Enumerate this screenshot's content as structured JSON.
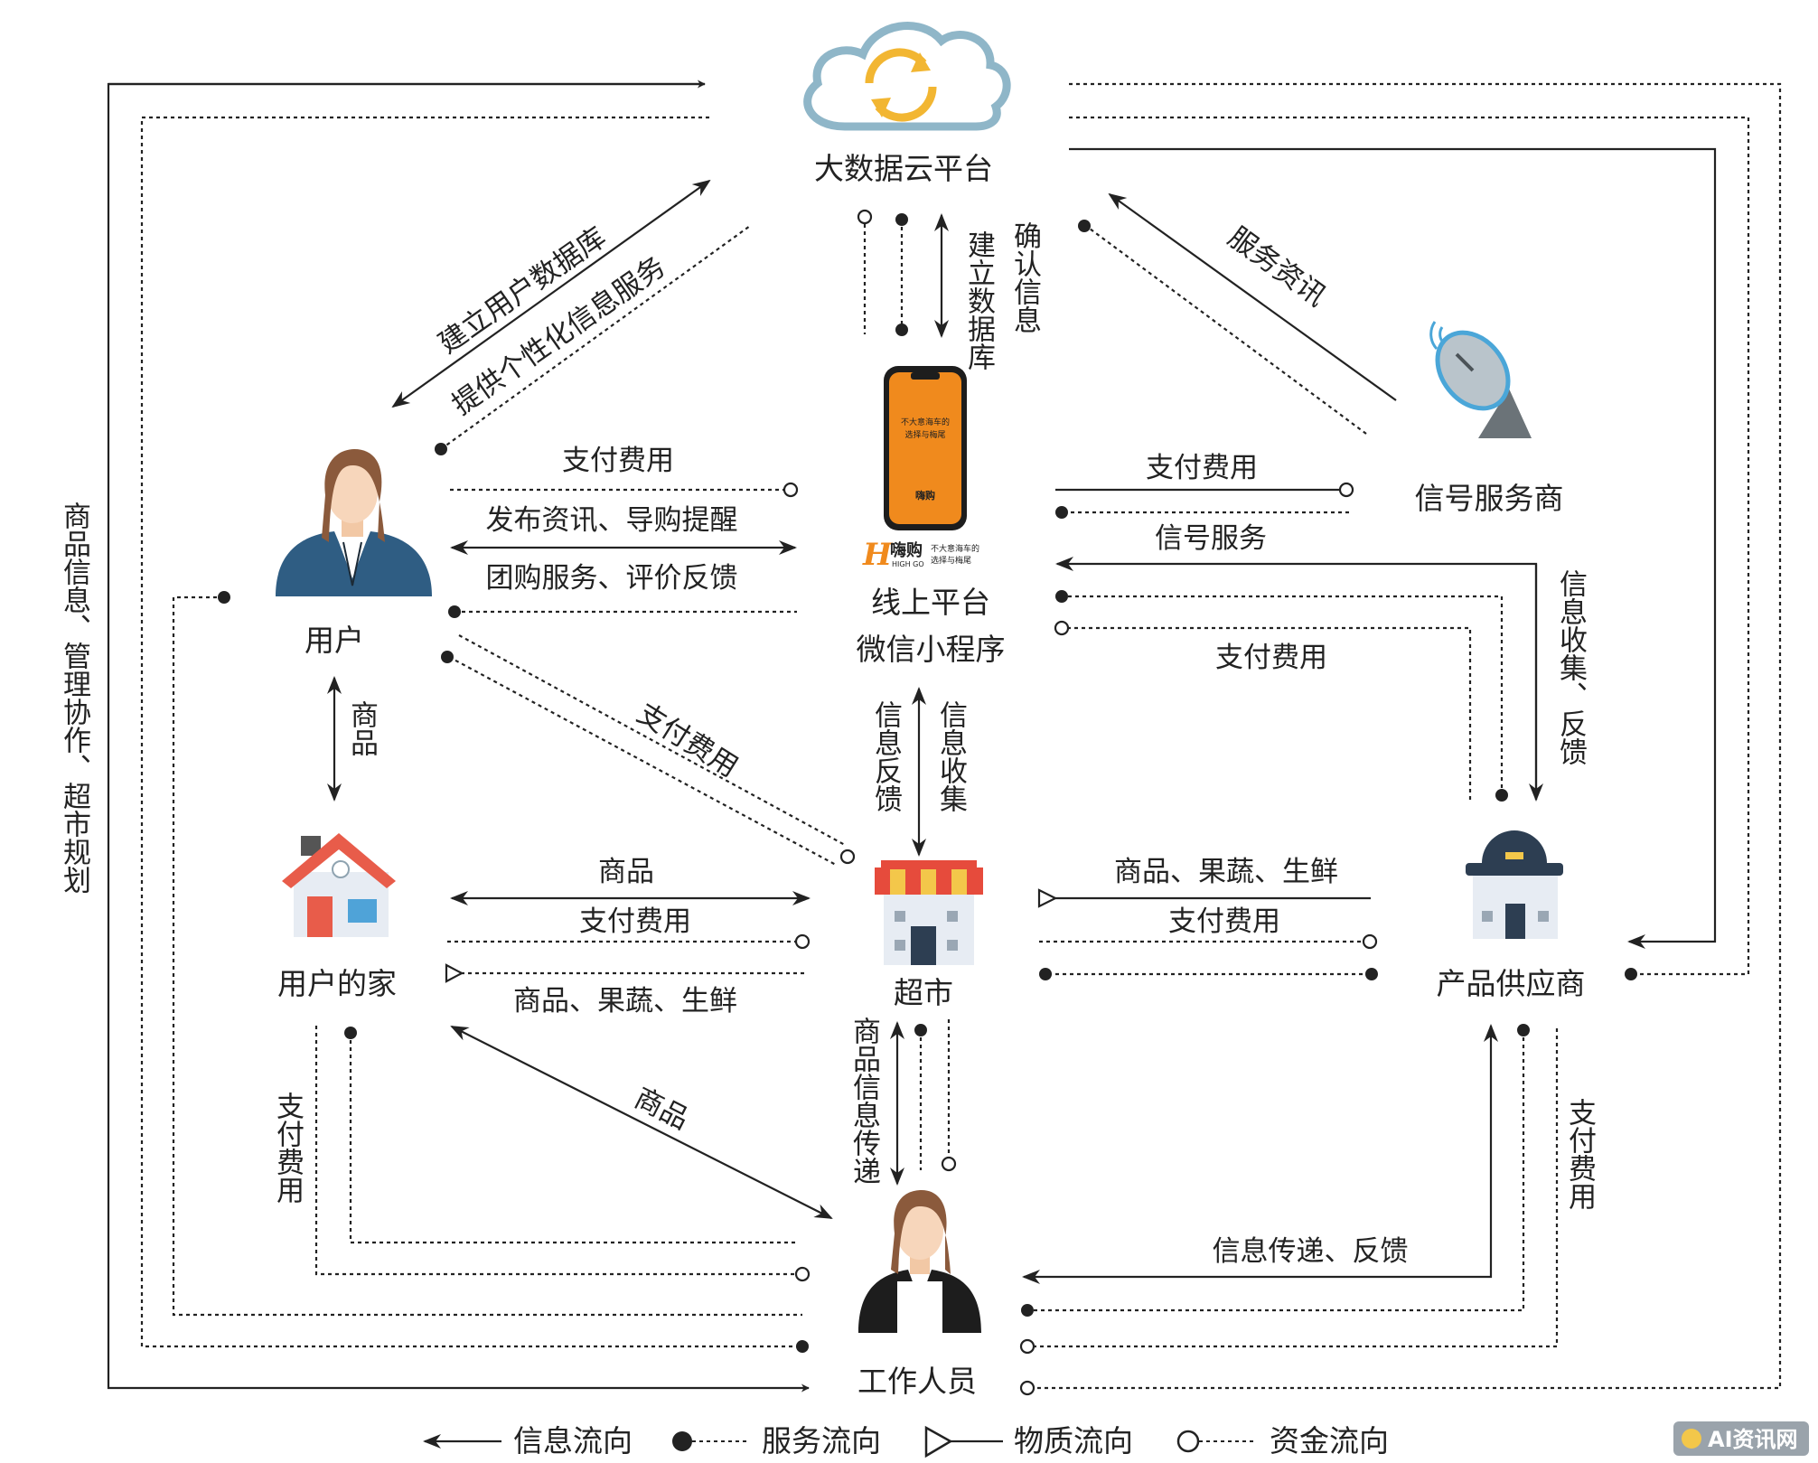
{
  "nodes": {
    "cloud": "大数据云平台",
    "platform_line1": "线上平台",
    "platform_line2": "微信小程序",
    "signal": "信号服务商",
    "user": "用户",
    "home": "用户的家",
    "market": "超市",
    "supplier": "产品供应商",
    "worker": "工作人员"
  },
  "phone": {
    "app_name": "嗨购",
    "app_sub": "HIGH GO",
    "tagline_1": "不大意海车的",
    "tagline_2": "选择与梅尾"
  },
  "edges": {
    "build_user_db": "建立用户数据库",
    "personal_service": "提供个性化信息服务",
    "build_db": "建立数据库",
    "confirm_info": "确认信息",
    "service_news": "服务资讯",
    "pay_user_platform": "支付费用",
    "publish_news": "发布资讯、导购提醒",
    "group_service": "团购服务、评价反馈",
    "pay_platform_signal": "支付费用",
    "signal_service": "信号服务",
    "pay_supplier_platform": "支付费用",
    "info_collect_feedback": "信息收集、反馈",
    "pay_user_market": "支付费用",
    "info_feedback": "信息反馈",
    "info_collect": "信息收集",
    "goods_user_home": "商品",
    "goods_home_market": "商品",
    "pay_home_market": "支付费用",
    "goods_veg_fresh_home": "商品、果蔬、生鲜",
    "goods_veg_fresh_supplier": "商品、果蔬、生鲜",
    "pay_market_supplier": "支付费用",
    "goods_info_transfer": "商品信息传递",
    "goods_home_worker": "商品",
    "pay_home_worker": "支付费用",
    "info_transfer_feedback": "信息传递、反馈",
    "pay_supplier_worker": "支付费用",
    "left_outer": "商品信息、管理协作、超市规划"
  },
  "legend": [
    {
      "label": "信息流向",
      "icon": "arrow-icon"
    },
    {
      "label": "服务流向",
      "icon": "filled-dot-icon"
    },
    {
      "label": "物质流向",
      "icon": "hollow-triangle-icon"
    },
    {
      "label": "资金流向",
      "icon": "hollow-circle-icon"
    }
  ],
  "watermark": "AI资讯网",
  "colors": {
    "line": "#222222",
    "phone_orange": "#f08a1d",
    "cloud_blue": "#8fb6c8",
    "cloud_arrows": "#f2b632",
    "awning_red": "#e64b3c",
    "awning_yellow": "#f3c74a",
    "house_roof": "#e85c4a",
    "shirt_blue": "#2f5d83",
    "dish_blue": "#4aa6d8"
  }
}
